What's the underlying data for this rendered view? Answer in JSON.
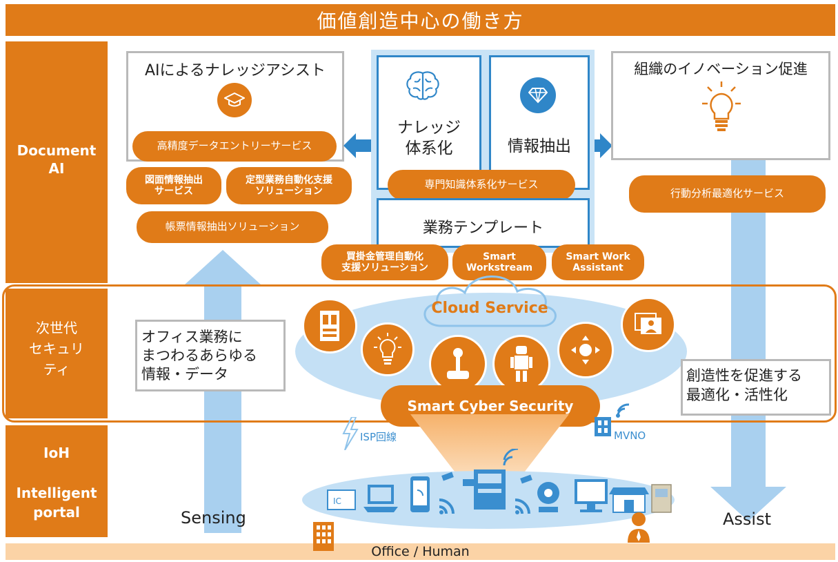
{
  "header": {
    "title": "価値創造中心の働き方"
  },
  "footer": {
    "label": "Office / Human"
  },
  "left_bands": {
    "document_ai_1": "Document",
    "document_ai_2": "AI",
    "security_1": "次世代",
    "security_2": "セキュリ",
    "security_3": "ティ",
    "ioh": "IoH",
    "portal_1": "Intelligent",
    "portal_2": "portal"
  },
  "knowledge_assist": {
    "title": "AIによるナレッジアシスト",
    "services": [
      "高精度データエントリーサービス",
      "図面情報抽出\nサービス",
      "定型業務自動化支援\nソリューション",
      "帳票情報抽出ソリューション"
    ]
  },
  "center": {
    "knowledge": "ナレッジ\n体系化",
    "extraction": "情報抽出",
    "expert_service": "専門知識体系化サービス",
    "template": "業務テンプレート",
    "solutions": [
      "買掛金管理自動化\n支援ソリューション",
      "Smart\nWorkstream",
      "Smart Work\nAssistant"
    ]
  },
  "innovation": {
    "title": "組織のイノベーション促進",
    "service": "行動分析最適化サービス"
  },
  "middle": {
    "office_info": "オフィス業務に\nまつわるあらゆる\n情報・データ",
    "creativity": "創造性を促進する\n最適化・活性化",
    "cloud": "Cloud Service",
    "cyber": "Smart Cyber Security",
    "isp": "ISP回線",
    "mvno": "MVNO"
  },
  "arrows": {
    "sensing": "Sensing",
    "assist": "Assist"
  },
  "icons": [
    "graduation-cap-icon",
    "brain-icon",
    "diamond-icon",
    "lightbulb-icon",
    "cabinet-icon",
    "joystick-icon",
    "robot-icon",
    "move-arrows-icon",
    "photo-cards-icon",
    "ic-card-icon",
    "laptop-icon",
    "smartphone-icon",
    "printer-icon",
    "webcam-icon",
    "monitor-icon",
    "store-icon",
    "building-icon",
    "person-icon"
  ],
  "colors": {
    "orange": "#e07b18",
    "blue": "#2f86c8",
    "light_blue": "#a9d0ef",
    "cream": "#fbd3a6"
  }
}
